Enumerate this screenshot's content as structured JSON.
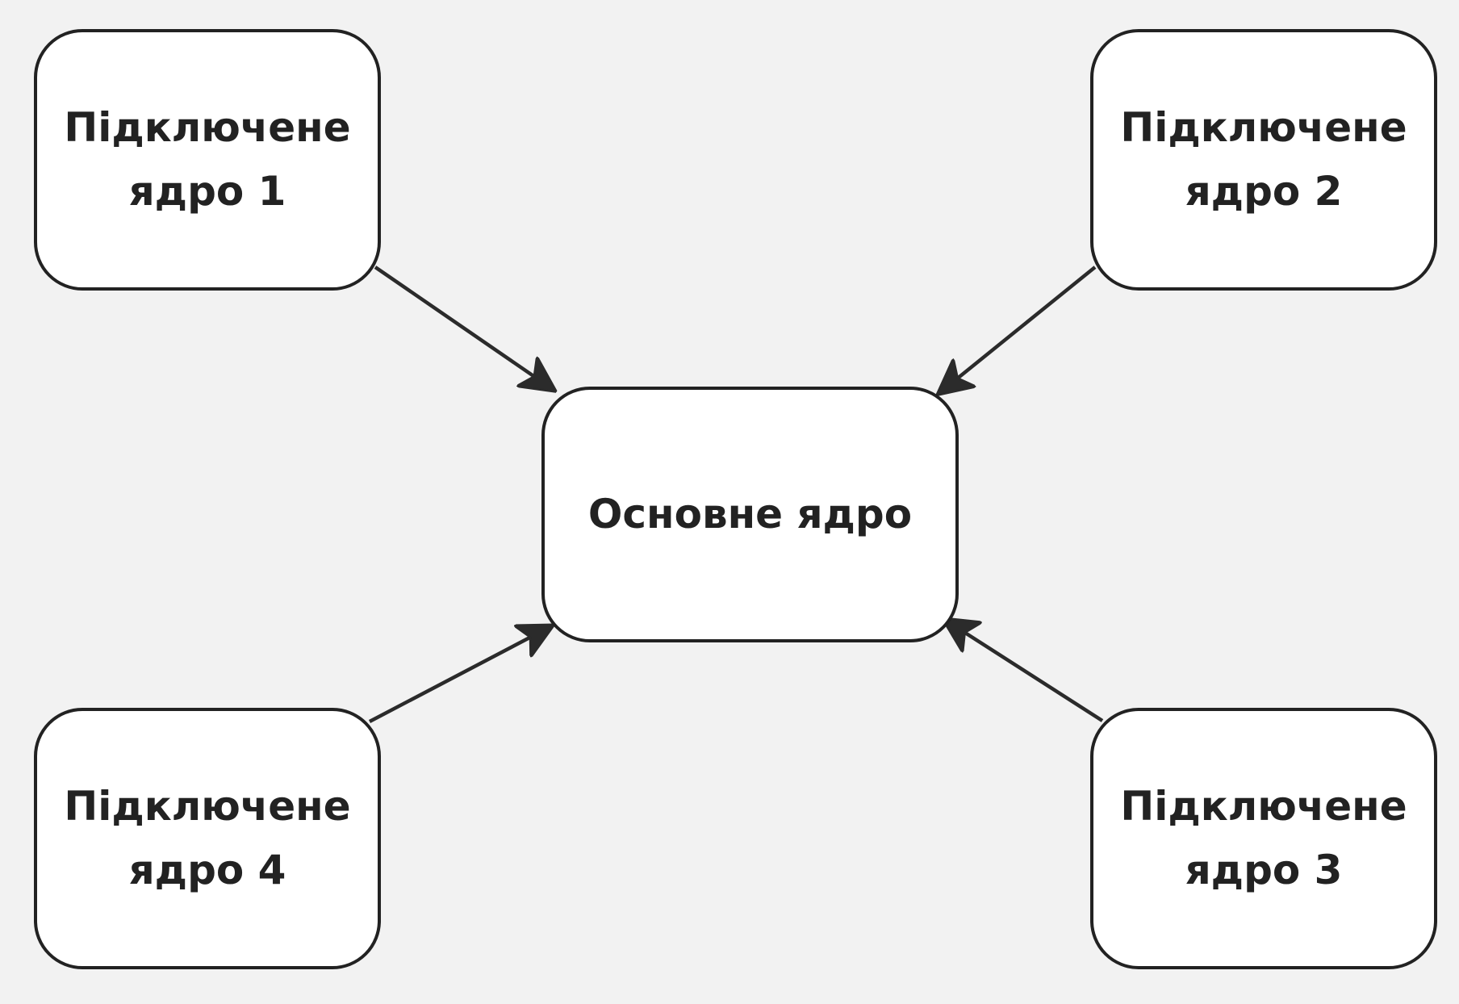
{
  "diagram": {
    "center": {
      "label": "Основне ядро"
    },
    "satellites": [
      {
        "id": "core-1",
        "line1": "Підключене",
        "line2": "ядро 1"
      },
      {
        "id": "core-2",
        "line1": "Підключене",
        "line2": "ядро 2"
      },
      {
        "id": "core-3",
        "line1": "Підключене",
        "line2": "ядро 3"
      },
      {
        "id": "core-4",
        "line1": "Підключене",
        "line2": "ядро 4"
      }
    ],
    "edges": [
      {
        "from": "core-1",
        "to": "center"
      },
      {
        "from": "core-2",
        "to": "center"
      },
      {
        "from": "core-3",
        "to": "center"
      },
      {
        "from": "core-4",
        "to": "center"
      }
    ],
    "colors": {
      "background": "#f2f2f2",
      "node_fill": "#ffffff",
      "stroke": "#222222",
      "text": "#222222"
    }
  }
}
